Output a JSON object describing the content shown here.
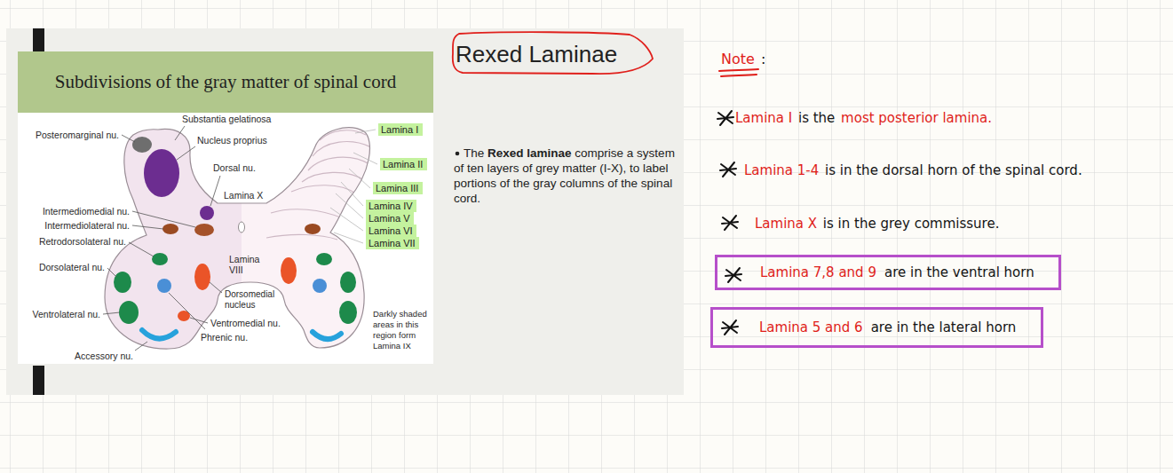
{
  "diagram": {
    "nodes": [
      {
        "text": [
          "Subdivisions of the gray matter of spinal cord"
        ]
      },
      {
        "text": [
          "Lamina I"
        ]
      },
      {
        "text": [
          "Lamina II"
        ]
      },
      {
        "text": [
          "Lamina III"
        ]
      },
      {
        "text": [
          "Lamina IV"
        ]
      },
      {
        "text": [
          "Lamina V"
        ]
      },
      {
        "text": [
          "Lamina VI"
        ]
      },
      {
        "text": [
          "Lamina VII"
        ]
      },
      {
        "text": [
          "Rexed Laminae"
        ]
      },
      {
        "text": [
          "Lamina 7,8 and 9",
          "are in the ventral horn"
        ]
      },
      {
        "text": [
          "Lamina 5 and 6",
          "are in the lateral horn"
        ]
      }
    ],
    "labels": [
      "Substantia gelatinosa",
      "Posteromarginal nu.",
      "Nucleus proprius",
      "Dorsal nu.",
      "Lamina X",
      "Intermediomedial nu.",
      "Intermediolateral nu.",
      "Retrodorsolateral nu.",
      "Dorsolateral nu.",
      "Lamina VIII",
      "Dorsomedial nucleus",
      "Ventrolateral nu.",
      "Accessory nu.",
      "Ventromedial nu.",
      "Phrenic nu.",
      "Darkly shaded areas in this region form Lamina IX",
      "The",
      "Rexed laminae",
      "comprise a system of ten layers of grey matter (I-X), to label portions of the gray columns of the spinal cord.",
      "Note",
      ":",
      "Lamina I",
      "is the",
      "most posterior lamina.",
      "Lamina 1-4",
      "is in the dorsal horn of the spinal cord.",
      "Lamina X",
      "is in the grey commissure."
    ]
  }
}
